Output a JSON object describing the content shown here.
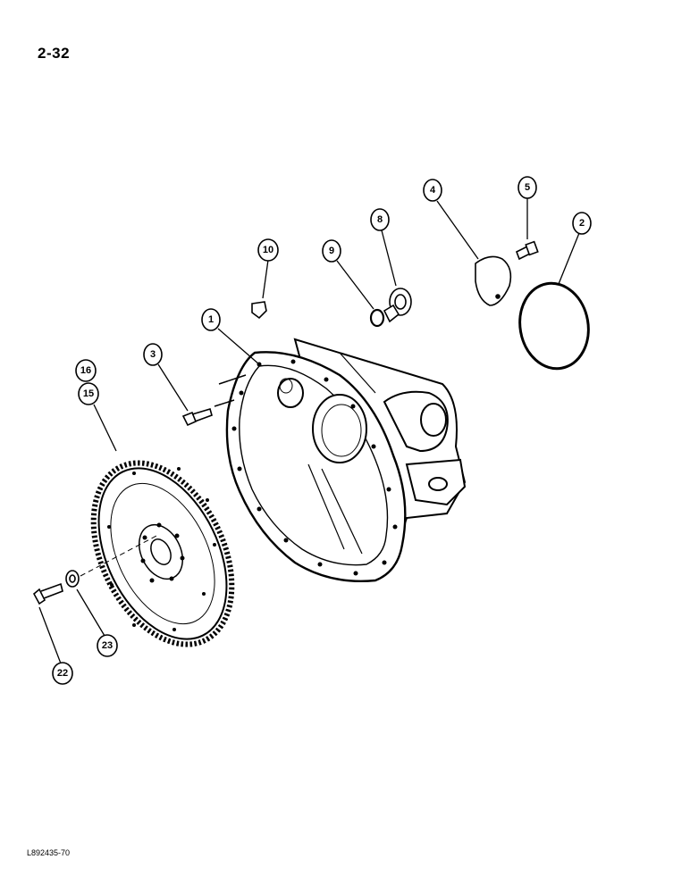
{
  "page_number": "2-32",
  "figure_code": "L892435-70",
  "callouts": {
    "c1": "1",
    "c2": "2",
    "c3": "3",
    "c4": "4",
    "c5": "5",
    "c8": "8",
    "c9": "9",
    "c10": "10",
    "c15": "15",
    "c16": "16",
    "c22": "22",
    "c23": "23"
  }
}
